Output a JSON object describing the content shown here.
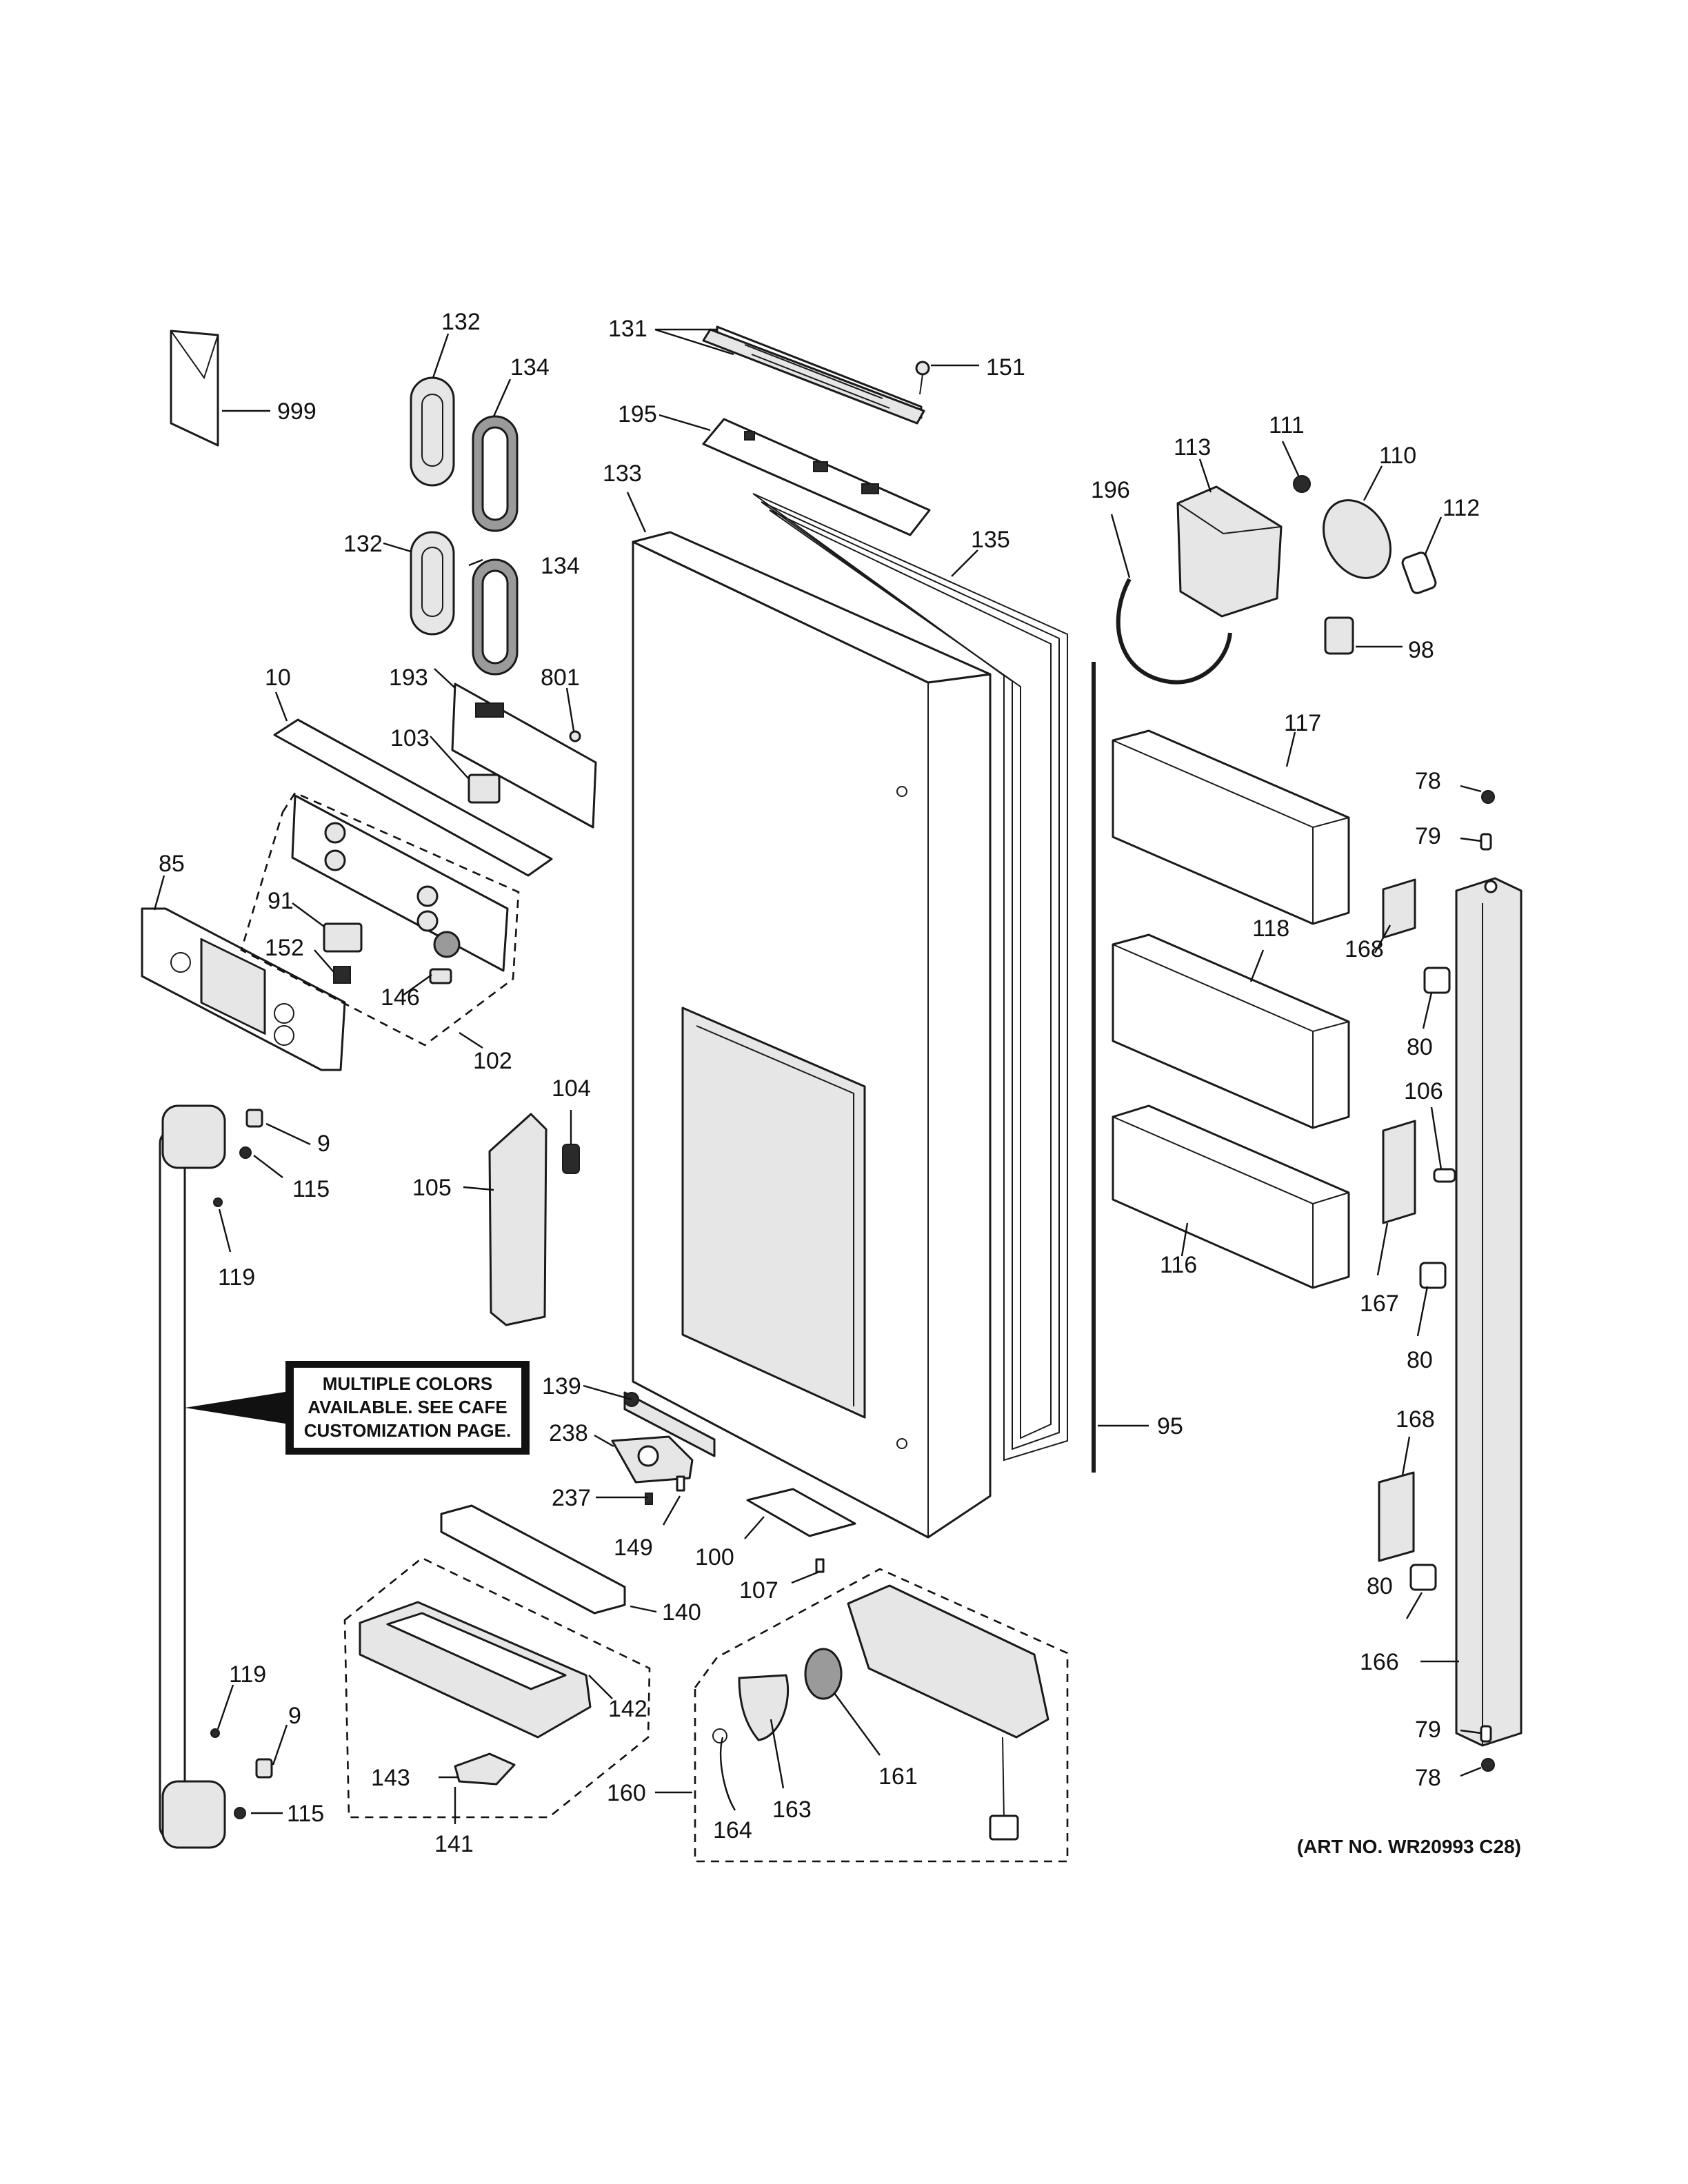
{
  "diagram": {
    "note_lines": [
      "MULTIPLE COLORS",
      "AVAILABLE. SEE CAFE",
      "CUSTOMIZATION PAGE."
    ],
    "art_number": "(ART NO. WR20993 C28)",
    "callouts": [
      {
        "id": "c999",
        "label": "999"
      },
      {
        "id": "c132a",
        "label": "132"
      },
      {
        "id": "c134a",
        "label": "134"
      },
      {
        "id": "c132b",
        "label": "132"
      },
      {
        "id": "c134b",
        "label": "134"
      },
      {
        "id": "c131",
        "label": "131"
      },
      {
        "id": "c151",
        "label": "151"
      },
      {
        "id": "c195",
        "label": "195"
      },
      {
        "id": "c133",
        "label": "133"
      },
      {
        "id": "c135",
        "label": "135"
      },
      {
        "id": "c196",
        "label": "196"
      },
      {
        "id": "c113",
        "label": "113"
      },
      {
        "id": "c111",
        "label": "111"
      },
      {
        "id": "c110",
        "label": "110"
      },
      {
        "id": "c112",
        "label": "112"
      },
      {
        "id": "c98",
        "label": "98"
      },
      {
        "id": "c10",
        "label": "10"
      },
      {
        "id": "c193",
        "label": "193"
      },
      {
        "id": "c801",
        "label": "801"
      },
      {
        "id": "c103",
        "label": "103"
      },
      {
        "id": "c85",
        "label": "85"
      },
      {
        "id": "c91",
        "label": "91"
      },
      {
        "id": "c152",
        "label": "152"
      },
      {
        "id": "c146",
        "label": "146"
      },
      {
        "id": "c102",
        "label": "102"
      },
      {
        "id": "c117",
        "label": "117"
      },
      {
        "id": "c78a",
        "label": "78"
      },
      {
        "id": "c79a",
        "label": "79"
      },
      {
        "id": "c168a",
        "label": "168"
      },
      {
        "id": "c80a",
        "label": "80"
      },
      {
        "id": "c118",
        "label": "118"
      },
      {
        "id": "c106",
        "label": "106"
      },
      {
        "id": "c104",
        "label": "104"
      },
      {
        "id": "c9a",
        "label": "9"
      },
      {
        "id": "c115a",
        "label": "115"
      },
      {
        "id": "c105",
        "label": "105"
      },
      {
        "id": "c119a",
        "label": "119"
      },
      {
        "id": "c116",
        "label": "116"
      },
      {
        "id": "c167",
        "label": "167"
      },
      {
        "id": "c80b",
        "label": "80"
      },
      {
        "id": "c139",
        "label": "139"
      },
      {
        "id": "c238",
        "label": "238"
      },
      {
        "id": "c95",
        "label": "95"
      },
      {
        "id": "c168b",
        "label": "168"
      },
      {
        "id": "c237",
        "label": "237"
      },
      {
        "id": "c149",
        "label": "149"
      },
      {
        "id": "c100",
        "label": "100"
      },
      {
        "id": "c107",
        "label": "107"
      },
      {
        "id": "c140",
        "label": "140"
      },
      {
        "id": "c80c",
        "label": "80"
      },
      {
        "id": "c166",
        "label": "166"
      },
      {
        "id": "c119b",
        "label": "119"
      },
      {
        "id": "c142",
        "label": "142"
      },
      {
        "id": "c9b",
        "label": "9"
      },
      {
        "id": "c143",
        "label": "143"
      },
      {
        "id": "c160",
        "label": "160"
      },
      {
        "id": "c161",
        "label": "161"
      },
      {
        "id": "c79b",
        "label": "79"
      },
      {
        "id": "c78b",
        "label": "78"
      },
      {
        "id": "c115b",
        "label": "115"
      },
      {
        "id": "c163",
        "label": "163"
      },
      {
        "id": "c164",
        "label": "164"
      },
      {
        "id": "c141",
        "label": "141"
      }
    ]
  }
}
